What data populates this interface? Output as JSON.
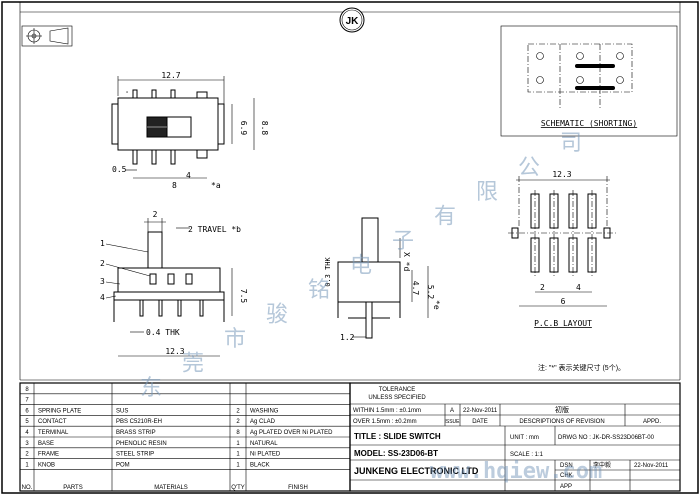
{
  "logo": {
    "text": "JK"
  },
  "watermark": {
    "text": "东莞市骏铭电子有限公司",
    "url": "www.hqiew.com"
  },
  "schematic": {
    "caption": "SCHEMATIC (SHORTING)"
  },
  "pcb": {
    "caption": "P.C.B LAYOUT",
    "note": "注: \"*\" 表示关键尺寸 (5个)。",
    "dims": [
      "12.3",
      "2",
      "4",
      "6"
    ]
  },
  "top_view": {
    "dims": [
      "12.7",
      "6.9",
      "8.8",
      "0.5",
      "8",
      "4",
      "*a"
    ]
  },
  "front_view": {
    "dims": [
      "2",
      "2 TRAVEL *b",
      "7.5",
      "0.4 THK",
      "12.3"
    ],
    "callouts": [
      "1",
      "2",
      "3",
      "4"
    ]
  },
  "side_view": {
    "dims": [
      "0.3 THK",
      "X *d",
      "4.7",
      "5.2",
      "*e",
      "1.2"
    ]
  },
  "bom": {
    "rows": [
      {
        "no": "8",
        "part": "",
        "mat": "",
        "qty": "",
        "finish": ""
      },
      {
        "no": "7",
        "part": "",
        "mat": "",
        "qty": "",
        "finish": ""
      },
      {
        "no": "6",
        "part": "SPRING PLATE",
        "mat": "SUS",
        "qty": "2",
        "finish": "WASHING"
      },
      {
        "no": "5",
        "part": "CONTACT",
        "mat": "PBS C5210R-EH",
        "qty": "2",
        "finish": "Ag CLAD"
      },
      {
        "no": "4",
        "part": "TERMINAL",
        "mat": "BRASS STRIP",
        "qty": "8",
        "finish": "Ag PLATED OVER Ni PLATED"
      },
      {
        "no": "3",
        "part": "BASE",
        "mat": "PHENOLIC RESIN",
        "qty": "1",
        "finish": "NATURAL"
      },
      {
        "no": "2",
        "part": "FRAME",
        "mat": "STEEL STRIP",
        "qty": "1",
        "finish": "Ni PLATED"
      },
      {
        "no": "1",
        "part": "KNOB",
        "mat": "POM",
        "qty": "1",
        "finish": "BLACK"
      }
    ],
    "headers": {
      "no": "NO.",
      "part": "PARTS",
      "mat": "MATERIALS",
      "qty": "Q'TY",
      "finish": "FINISH"
    }
  },
  "title_block": {
    "tolerance": "TOLERANCE",
    "unless": "UNLESS SPECIFIED",
    "within": "WITHIN 1.5mm : ±0.1mm",
    "over": "OVER 1.5mm : ±0.2mm",
    "rev": "A",
    "rev_date": "22-Nov-2011",
    "rev_desc": "初版",
    "h_issue": "ISSUE",
    "h_date": "DATE",
    "h_desc": "DESCRIPTIONS OF REVISION",
    "h_appd": "APPD.",
    "title": "TITLE : SLIDE SWITCH",
    "unit": "UNIT : mm",
    "drwg": "DRWG NO : JK-DR-SS23D06BT-00",
    "model": "MODEL: SS-23D06-BT",
    "scale": "SCALE : 1:1",
    "dsn_label": "DSN",
    "dsn": "李中毅",
    "dsn_date": "22-Nov-2011",
    "company": "JUNKENG ELECTRONIC LTD",
    "chk": "CHK",
    "app": "APP"
  }
}
